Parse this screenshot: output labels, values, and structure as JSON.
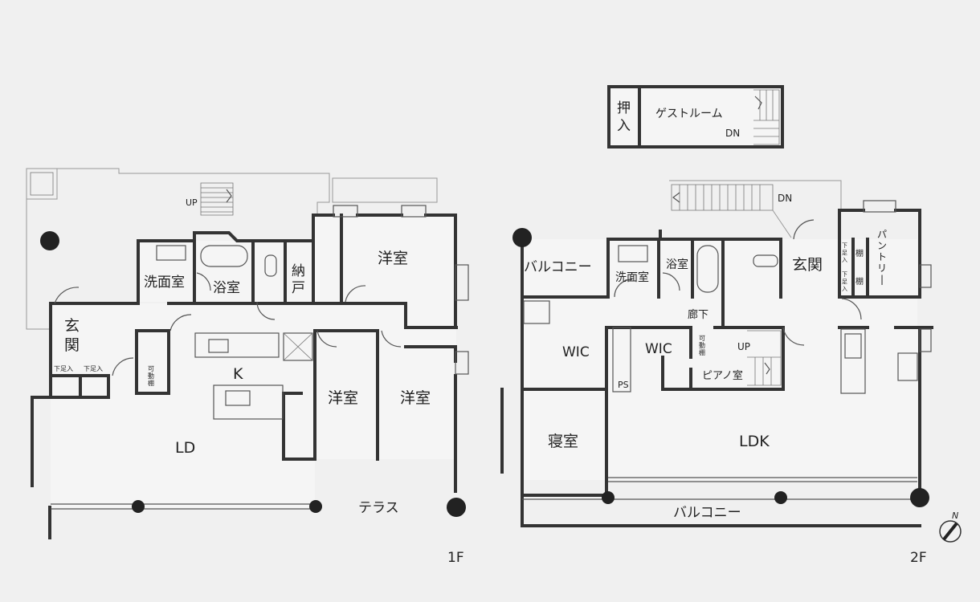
{
  "floors": {
    "first": {
      "label": "1F",
      "rooms": {
        "washroom": "洗面室",
        "bath": "浴室",
        "storage": "納戸",
        "western_top": "洋室",
        "entrance": "玄関",
        "shoe1": "下足入",
        "shoe2": "下足入",
        "movable": "可動棚",
        "kitchen": "K",
        "western_mid": "洋室",
        "western_right": "洋室",
        "ld": "LD",
        "terrace": "テラス"
      },
      "stair_up": "UP"
    },
    "second": {
      "label": "2F",
      "rooms": {
        "guest": "ゲストルーム",
        "closet": "押入",
        "balcony_left": "バルコニー",
        "washroom": "洗面室",
        "bath": "浴室",
        "entrance": "玄関",
        "shoe1": "下足入",
        "shoe2": "下足入",
        "shelf1": "棚",
        "shelf2": "棚",
        "pantry": "パントリー",
        "hallway": "廊下",
        "wic_left": "WIC",
        "wic_mid": "WIC",
        "movable": "可動棚",
        "piano": "ピアノ室",
        "ps": "PS",
        "bedroom": "寝室",
        "ldk": "LDK",
        "balcony_bottom": "バルコニー"
      },
      "stair_down_guest": "DN",
      "stair_down_top": "DN",
      "stair_up": "UP"
    }
  },
  "compass": "N"
}
